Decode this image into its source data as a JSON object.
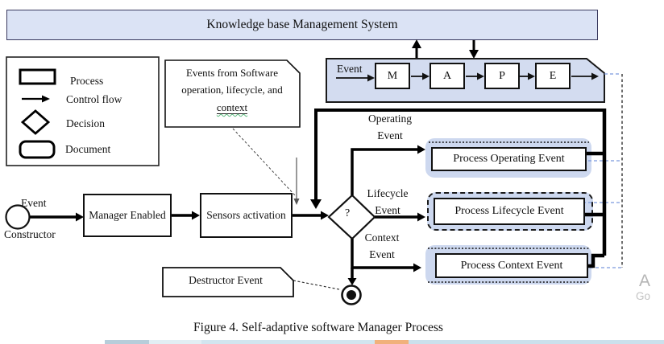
{
  "diagram": {
    "banner": {
      "title": "Knowledge base Management System"
    },
    "legend": {
      "items": [
        {
          "label": "Process"
        },
        {
          "label": "Control flow"
        },
        {
          "label": "Decision"
        },
        {
          "label": "Document"
        }
      ]
    },
    "note": {
      "line1": "Events from Software",
      "line2": "operation, lifecycle, and",
      "line3": "context"
    },
    "mape": {
      "event_label": "Event",
      "boxes": [
        "M",
        "A",
        "P",
        "E"
      ]
    },
    "start": {
      "top_label": "Event",
      "bottom_label": "Constructor"
    },
    "flow_boxes": {
      "manager": "Manager Enabled",
      "sensors": "Sensors activation",
      "destructor": "Destructor Event"
    },
    "decision": {
      "symbol": "?"
    },
    "branches": [
      {
        "label_line1": "Operating",
        "label_line2": "Event",
        "process": "Process Operating Event"
      },
      {
        "label_line1": "Lifecycle",
        "label_line2": "Event",
        "process": "Process Lifecycle Event"
      },
      {
        "label_line1": "Context",
        "label_line2": "Event",
        "process": "Process Context Event"
      }
    ],
    "caption": "Figure 4. Self-adaptive software Manager Process",
    "watermark": {
      "line1": "A",
      "line2": "Go"
    }
  },
  "colors": {
    "banner_fill": "#dbe3f5",
    "mape_fill": "#d3dcf0",
    "container_fill": "#cdd8ef",
    "link_dash_blue": "#7a99dd",
    "taskbar_orange": "#f1b17c",
    "taskbar_blue": "#cfe4ee"
  }
}
